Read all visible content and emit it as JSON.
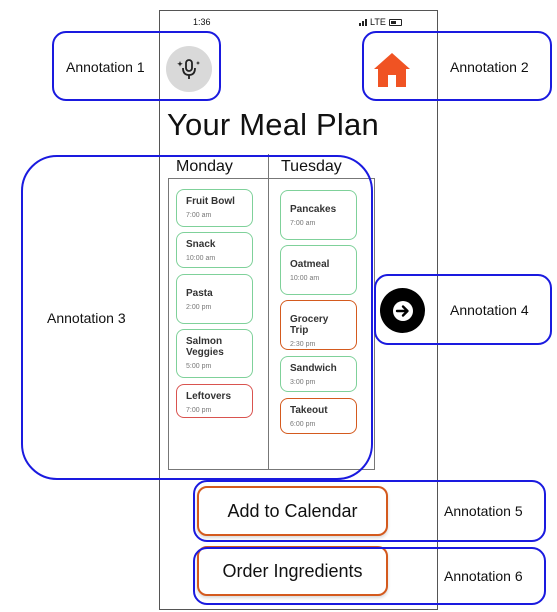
{
  "status_bar": {
    "time": "1:36",
    "network": "LTE"
  },
  "header": {
    "mic_icon": "microphone-sparkle-icon",
    "home_icon": "home-icon",
    "home_color": "#f05323"
  },
  "page": {
    "title": "Your Meal Plan"
  },
  "plan": {
    "days": [
      {
        "label": "Monday",
        "meals": [
          {
            "name": "Fruit Bowl",
            "time": "7:00 am",
            "status": "green"
          },
          {
            "name": "Snack",
            "time": "10:00 am",
            "status": "green"
          },
          {
            "name": "Pasta",
            "time": "2:00 pm",
            "status": "green"
          },
          {
            "name": "Salmon Veggies",
            "time": "5:00 pm",
            "status": "green"
          },
          {
            "name": "Leftovers",
            "time": "7:00 pm",
            "status": "red"
          }
        ]
      },
      {
        "label": "Tuesday",
        "meals": [
          {
            "name": "Pancakes",
            "time": "7:00 am",
            "status": "green"
          },
          {
            "name": "Oatmeal",
            "time": "10:00 am",
            "status": "green"
          },
          {
            "name": "Grocery Trip",
            "time": "2:30 pm",
            "status": "orange"
          },
          {
            "name": "Sandwich",
            "time": "3:00 pm",
            "status": "green"
          },
          {
            "name": "Takeout",
            "time": "6:00 pm",
            "status": "orange"
          }
        ]
      }
    ]
  },
  "next_icon": "arrow-right-icon",
  "actions": {
    "add_to_calendar": "Add to Calendar",
    "order_ingredients": "Order Ingredients"
  },
  "annotations": [
    "Annotation 1",
    "Annotation 2",
    "Annotation 3",
    "Annotation 4",
    "Annotation 5",
    "Annotation 6"
  ],
  "colors": {
    "annotation_border": "#1a1adf",
    "green_border": "#7fd19a",
    "red_border": "#d9534f",
    "orange_border": "#d45a1e"
  }
}
